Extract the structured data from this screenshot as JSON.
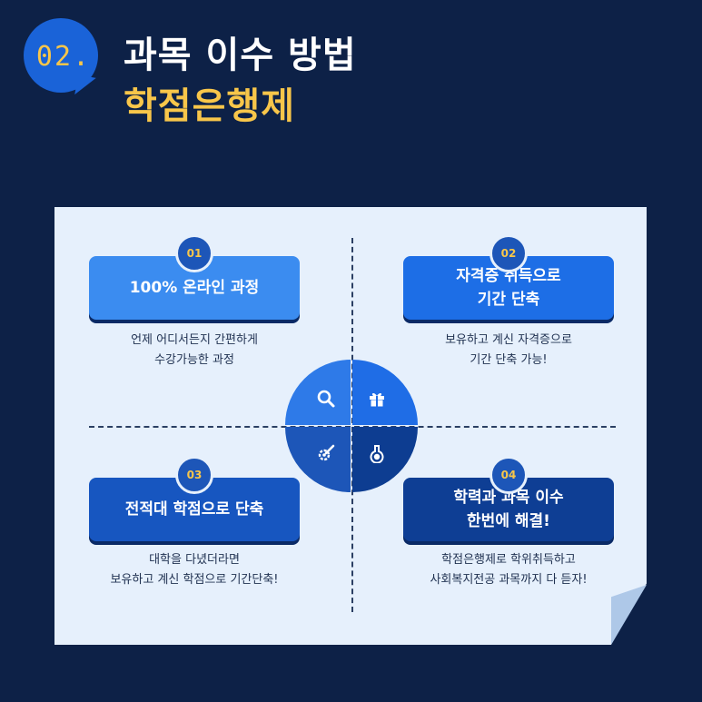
{
  "header": {
    "number": "02.",
    "title_line1": "과목 이수 방법",
    "title_line2": "학점은행제"
  },
  "items": [
    {
      "num": "01",
      "title_lines": [
        "100% 온라인 과정"
      ],
      "desc_lines": [
        "언제 어디서든지 간편하게",
        "수강가능한 과정"
      ],
      "color": "#3b8cf0"
    },
    {
      "num": "02",
      "title_lines": [
        "자격증 취득으로",
        "기간 단축"
      ],
      "desc_lines": [
        "보유하고 계신 자격증으로",
        "기간 단축 가능!"
      ],
      "color": "#1d6ee6"
    },
    {
      "num": "03",
      "title_lines": [
        "전적대 학점으로 단축"
      ],
      "desc_lines": [
        "대학을 다녔더라면",
        "보유하고 계신 학점으로 기간단축!"
      ],
      "color": "#1756c0"
    },
    {
      "num": "04",
      "title_lines": [
        "학력과 과목 이수",
        "한번에 해결!"
      ],
      "desc_lines": [
        "학점은행제로 학위취득하고",
        "사회복지전공 과목까지 다 듣자!"
      ],
      "color": "#0e3e94"
    }
  ],
  "center_icons": [
    "search-icon",
    "gift-icon",
    "gear-brush-icon",
    "flask-icon"
  ]
}
